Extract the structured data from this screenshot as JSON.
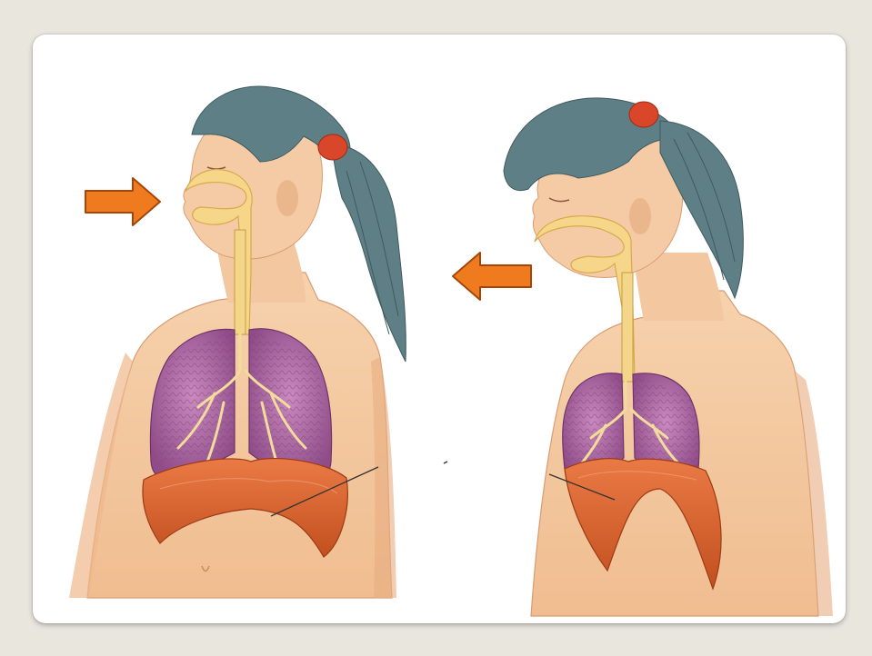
{
  "figures": [
    {
      "id": "inhalation",
      "arrow_direction": "right"
    },
    {
      "id": "exhalation",
      "arrow_direction": "left"
    }
  ],
  "colors": {
    "background": "#e9e6de",
    "card": "#ffffff",
    "skin": "#f3c79f",
    "skin_shade": "#e2a57b",
    "hair": "#5f7f86",
    "hair_dark": "#3e5a60",
    "hair_tie": "#d9462a",
    "airway": "#f6d78a",
    "lung": "#b46ea8",
    "lung_dark": "#8d4b86",
    "bronchi": "#f2dc9c",
    "diaphragm": "#e06a3a",
    "diaphragm_dark": "#b7451f",
    "arrow_fill": "#ef7b1e",
    "arrow_edge": "#a3460c",
    "pointer_line": "#333333"
  }
}
